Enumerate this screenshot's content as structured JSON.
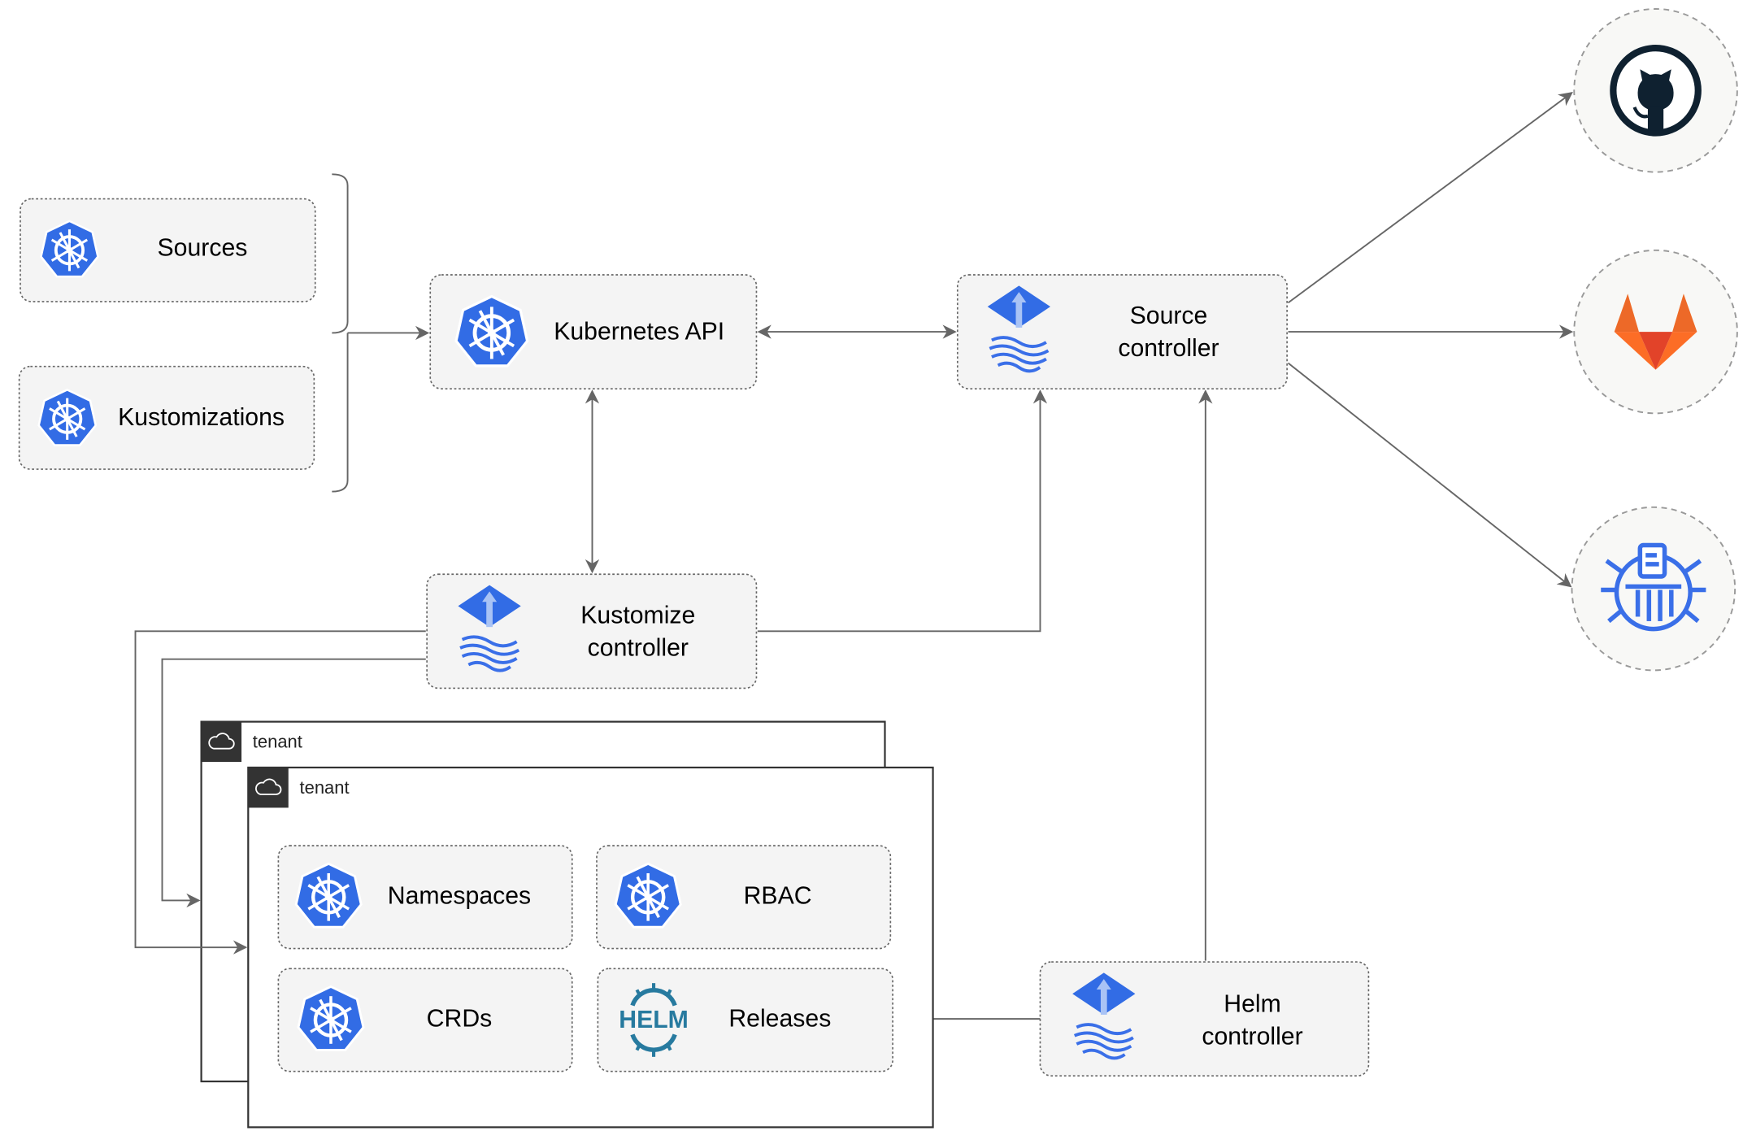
{
  "nodes": {
    "sources": "Sources",
    "kustomizations": "Kustomizations",
    "kubernetes_api": "Kubernetes API",
    "source_controller": [
      "Source",
      "controller"
    ],
    "kustomize_controller": [
      "Kustomize",
      "controller"
    ],
    "helm_controller": [
      "Helm",
      "controller"
    ],
    "namespaces": "Namespaces",
    "rbac": "RBAC",
    "crds": "CRDs",
    "releases": "Releases"
  },
  "tenants": [
    "tenant",
    "tenant"
  ],
  "helm_logo_text": "HELM",
  "external_sources": [
    "github-icon",
    "gitlab-icon",
    "bucket-icon"
  ],
  "colors": {
    "kubernetes_blue": "#326ce5",
    "helm_teal": "#277a9f",
    "gitlab_orange": "#e24329",
    "github_dark": "#0f2130",
    "edge": "#666666"
  }
}
